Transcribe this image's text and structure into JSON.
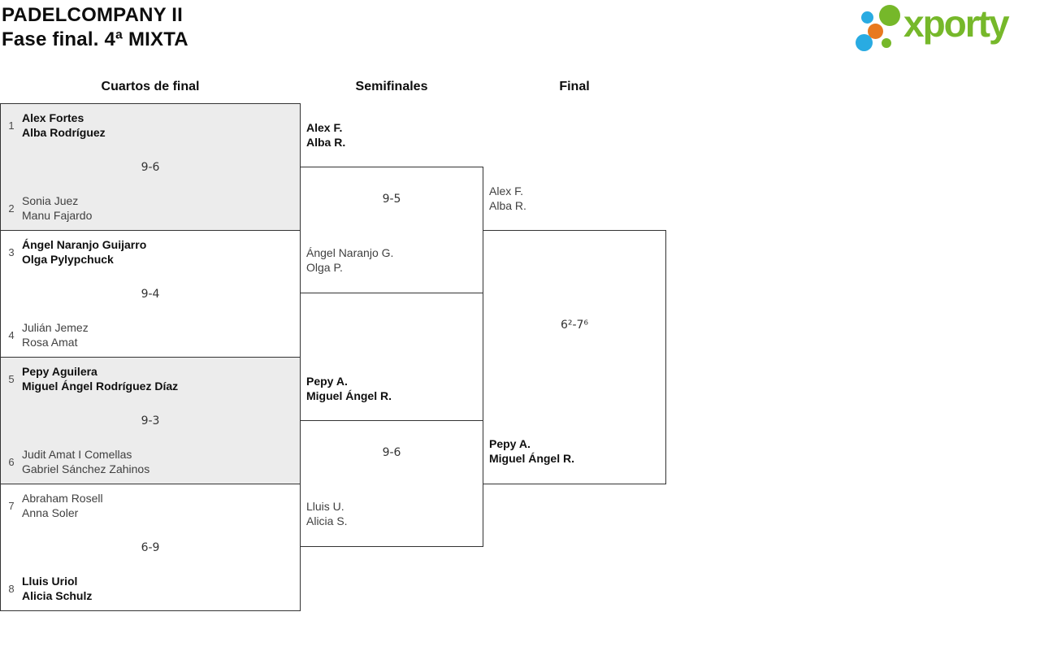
{
  "page": {
    "title_line1": "PADELCOMPANY II",
    "title_line2": "Fase final. 4ª MIXTA"
  },
  "logo": {
    "wordmark": "xporty",
    "green": "#76b82a",
    "blue": "#29abe2",
    "orange": "#e8791e"
  },
  "columns": {
    "quarterfinals": "Cuartos de final",
    "semifinals": "Semifinales",
    "final": "Final"
  },
  "matches": {
    "quarterfinals": [
      {
        "seed_top": "1",
        "team_top": [
          "Alex Fortes",
          "Alba Rodríguez"
        ],
        "top_winner": true,
        "score": "9-6",
        "seed_bottom": "2",
        "team_bottom": [
          "Sonia Juez",
          "Manu Fajardo"
        ],
        "bottom_winner": false
      },
      {
        "seed_top": "3",
        "team_top": [
          "Ángel Naranjo Guijarro",
          "Olga Pylypchuck"
        ],
        "top_winner": true,
        "score": "9-4",
        "seed_bottom": "4",
        "team_bottom": [
          "Julián Jemez",
          "Rosa Amat"
        ],
        "bottom_winner": false
      },
      {
        "seed_top": "5",
        "team_top": [
          "Pepy Aguilera",
          "Miguel Ángel Rodríguez Díaz"
        ],
        "top_winner": true,
        "score": "9-3",
        "seed_bottom": "6",
        "team_bottom": [
          "Judit Amat I Comellas",
          "Gabriel Sánchez Zahinos"
        ],
        "bottom_winner": false
      },
      {
        "seed_top": "7",
        "team_top": [
          "Abraham Rosell",
          "Anna Soler"
        ],
        "top_winner": false,
        "score": "6-9",
        "seed_bottom": "8",
        "team_bottom": [
          "Lluis Uriol",
          "Alicia Schulz"
        ],
        "bottom_winner": true
      }
    ],
    "semifinals": [
      {
        "team_top": [
          "Alex F.",
          "Alba R."
        ],
        "top_winner": true,
        "score": "9-5",
        "team_bottom": [
          "Ángel Naranjo G.",
          "Olga P."
        ],
        "bottom_winner": false
      },
      {
        "team_top": [
          "Pepy A.",
          "Miguel Ángel R."
        ],
        "top_winner": true,
        "score": "9-6",
        "team_bottom": [
          "Lluis U.",
          "Alicia S."
        ],
        "bottom_winner": false
      }
    ],
    "final": {
      "team_top": [
        "Alex F.",
        "Alba R."
      ],
      "top_winner": false,
      "score": "6²-7⁶",
      "team_bottom": [
        "Pepy A.",
        "Miguel Ángel R."
      ],
      "bottom_winner": true
    }
  }
}
